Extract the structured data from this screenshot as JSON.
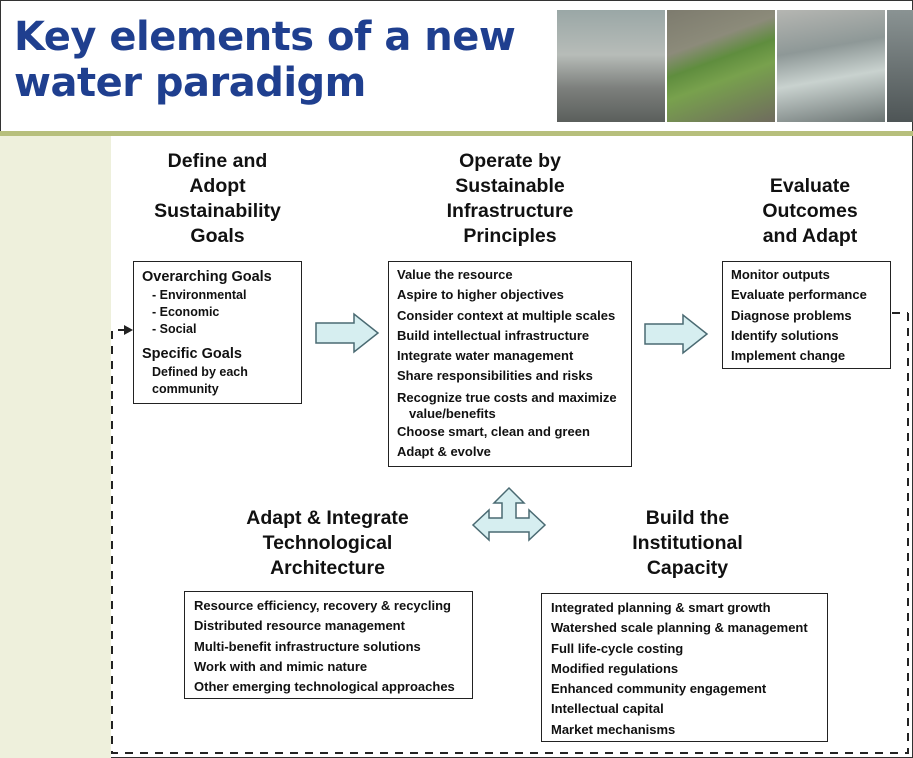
{
  "title": {
    "line1": "Key elements of a new",
    "line2": "water paradigm"
  },
  "photos": [
    {
      "subject": "rainy street with traffic"
    },
    {
      "subject": "green roof among buildings"
    },
    {
      "subject": "water treatment channel"
    },
    {
      "subject": "water surface"
    }
  ],
  "goals": {
    "heading": [
      "Define and",
      "Adopt",
      "Sustainability",
      "Goals"
    ],
    "overarching_label": "Overarching Goals",
    "overarching_items": [
      "- Environmental",
      "- Economic",
      "- Social"
    ],
    "specific_label": "Specific Goals",
    "specific_items": [
      "Defined by each",
      "community"
    ]
  },
  "operate": {
    "heading": [
      "Operate by",
      "Sustainable",
      "Infrastructure",
      "Principles"
    ],
    "items": [
      "Value the resource",
      "Aspire to higher objectives",
      "Consider context at multiple scales",
      "Build intellectual infrastructure",
      "Integrate water management",
      "Share responsibilities and risks",
      "Recognize true costs and maximize",
      "Choose smart, clean and green",
      "Adapt & evolve"
    ],
    "item_continuation": "value/benefits"
  },
  "evaluate": {
    "heading": [
      "Evaluate",
      "Outcomes",
      "and Adapt"
    ],
    "items": [
      "Monitor outputs",
      "Evaluate performance",
      "Diagnose problems",
      "Identify solutions",
      "Implement change"
    ]
  },
  "technology": {
    "heading": [
      "Adapt & Integrate",
      "Technological",
      "Architecture"
    ],
    "items": [
      "Resource efficiency, recovery & recycling",
      "Distributed resource management",
      "Multi-benefit infrastructure solutions",
      "Work with and mimic nature",
      "Other emerging technological approaches"
    ]
  },
  "institutional": {
    "heading": [
      "Build the",
      "Institutional",
      "Capacity"
    ],
    "items": [
      "Integrated planning & smart growth",
      "Watershed scale planning & management",
      "Full life-cycle costing",
      "Modified regulations",
      "Enhanced community engagement",
      "Intellectual capital",
      "Market mechanisms"
    ]
  },
  "colors": {
    "title": "#1f3f8f",
    "rule": "#b7bf7c",
    "sidebar": "#eef0dc",
    "arrow_fill": "#d6eef0",
    "arrow_stroke": "#4a6a72"
  }
}
